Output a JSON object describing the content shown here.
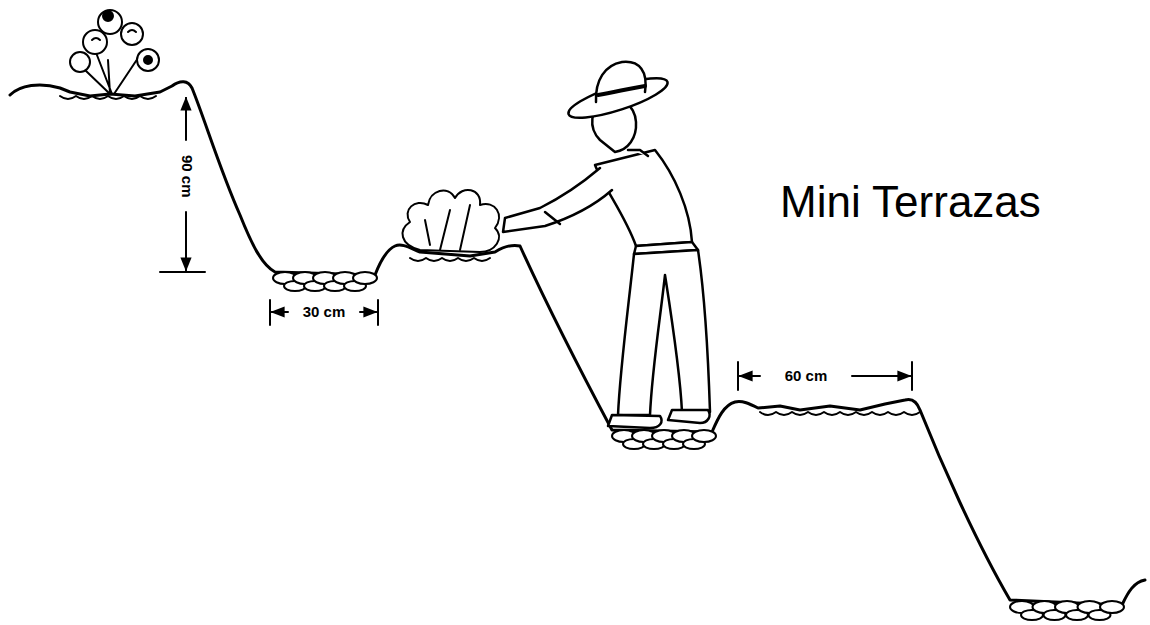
{
  "diagram": {
    "title": "Mini Terrazas",
    "labels": [
      "90 cm",
      "30 cm",
      "60 cm"
    ]
  }
}
